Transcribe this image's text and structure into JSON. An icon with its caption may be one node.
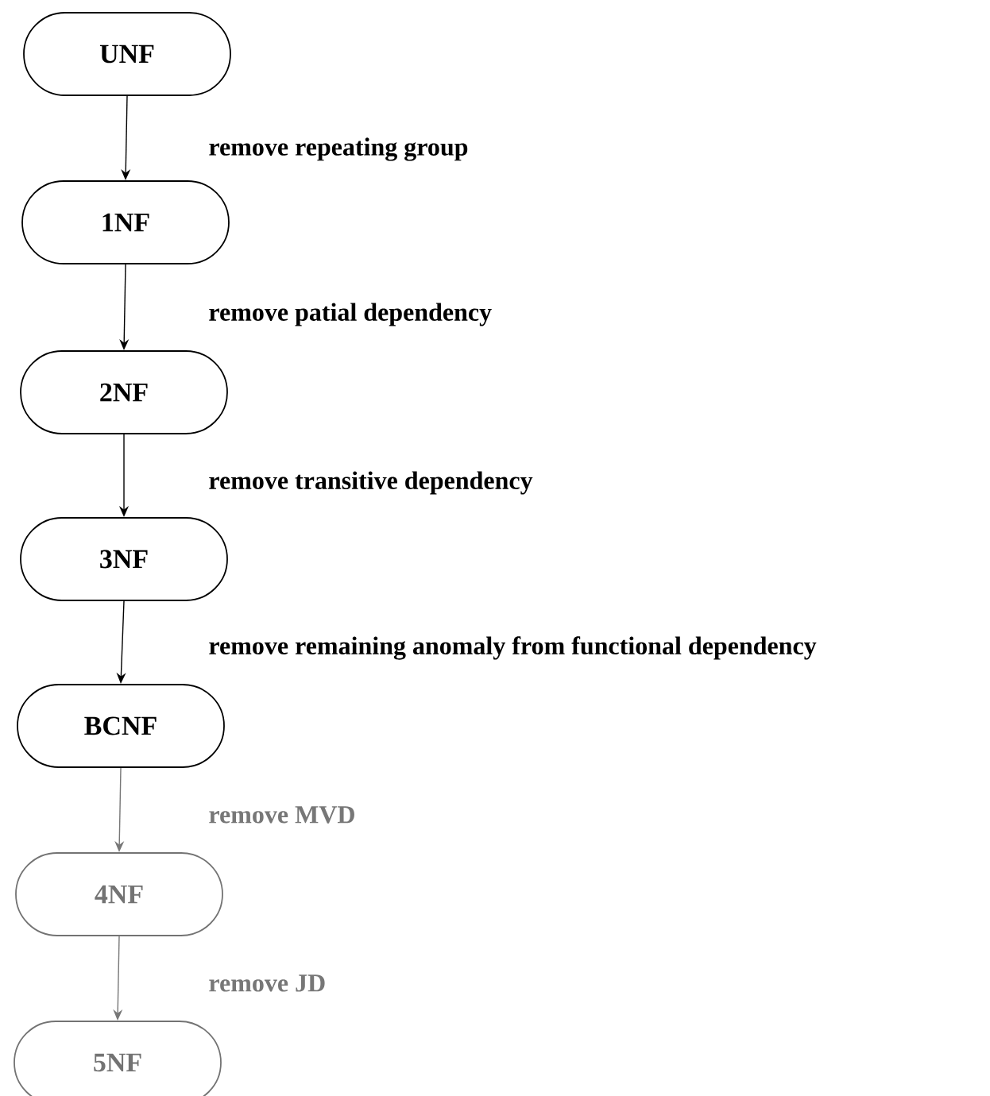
{
  "diagram": {
    "nodes": [
      {
        "text": [
          "UNF"
        ]
      },
      {
        "text": [
          "1NF"
        ]
      },
      {
        "text": [
          "2NF"
        ]
      },
      {
        "text": [
          "3NF"
        ]
      },
      {
        "text": [
          "BCNF"
        ]
      },
      {
        "text": [
          "4NF"
        ]
      },
      {
        "text": [
          "5NF"
        ]
      }
    ],
    "edges": [
      {
        "from": 0,
        "to": 1,
        "arrow": "to",
        "label": "remove repeating group"
      },
      {
        "from": 1,
        "to": 2,
        "arrow": "to",
        "label": "remove patial dependency"
      },
      {
        "from": 2,
        "to": 3,
        "arrow": "to",
        "label": "remove transitive dependency"
      },
      {
        "from": 3,
        "to": 4,
        "arrow": "to",
        "label": "remove remaining anomaly from functional dependency"
      },
      {
        "from": 4,
        "to": 5,
        "arrow": "to",
        "label": "remove MVD",
        "color": "#777777"
      },
      {
        "from": 5,
        "to": 6,
        "arrow": "to",
        "label": "remove JD",
        "color": "#777777"
      }
    ]
  }
}
